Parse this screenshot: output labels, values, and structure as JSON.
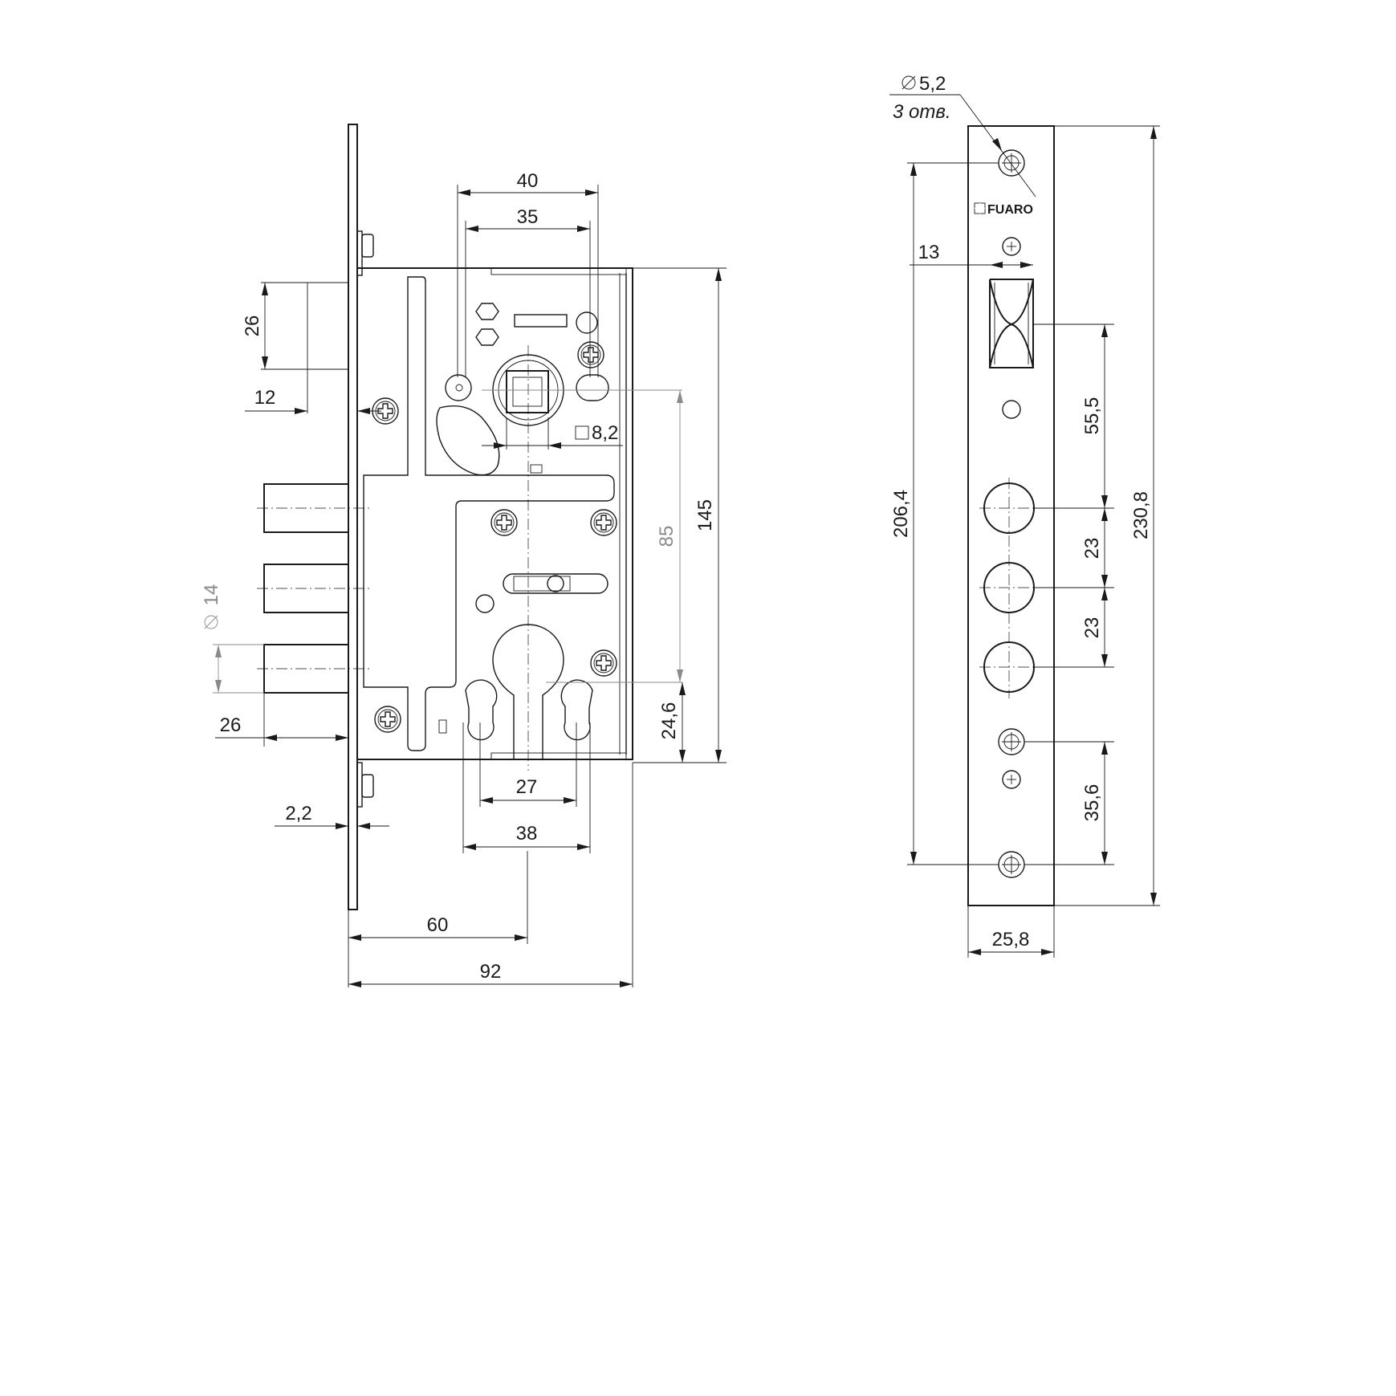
{
  "front_view": {
    "dims": {
      "backset_outer": "40",
      "backset_inner": "35",
      "deadbolt_throw": "26",
      "latch_offset": "12",
      "spindle_square": "8,2",
      "center_distance": "85",
      "case_height": "145",
      "bolt_diameter": "14",
      "bolt_throw": "26",
      "cylinder_offset": "24,6",
      "screw_spacing_inner": "27",
      "screw_spacing_outer": "38",
      "faceplate_thickness": "2,2",
      "backset": "60",
      "case_depth": "92"
    }
  },
  "faceplate_view": {
    "hole_diameter": "5,2",
    "hole_count": "3 отв.",
    "brand": "FUARO",
    "dims": {
      "latch_width": "13",
      "latch_to_bolt": "55,5",
      "bolt_pitch_1": "23",
      "bolt_pitch_2": "23",
      "lower_hole": "35,6",
      "hole_spacing": "206,4",
      "faceplate_height": "230,8",
      "faceplate_width": "25,8"
    }
  },
  "colors": {
    "line": "#1a1a1a",
    "secondary_dim": "#8a8a8a",
    "background": "#ffffff"
  }
}
